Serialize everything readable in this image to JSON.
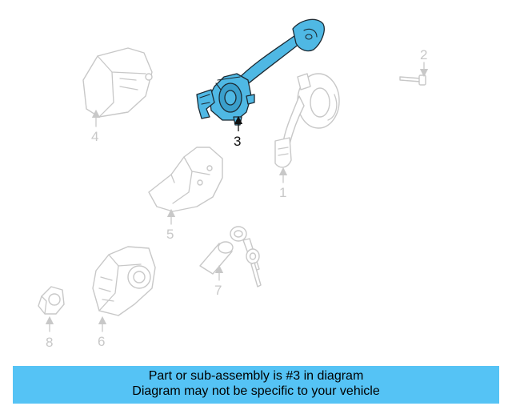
{
  "colors": {
    "highlight": "#4fb8e4",
    "ghost": "#c8c8c8",
    "banner_bg": "#55c3f5",
    "banner_text": "#000000"
  },
  "callouts": {
    "part1": "1",
    "part2": "2",
    "part3": "3",
    "part4": "4",
    "part5": "5",
    "part6": "6",
    "part7": "7",
    "part8": "8"
  },
  "highlighted_part": "3",
  "banner": {
    "line1": "Part or sub-assembly is #3 in diagram",
    "line2": "Diagram may not be specific to your vehicle"
  }
}
